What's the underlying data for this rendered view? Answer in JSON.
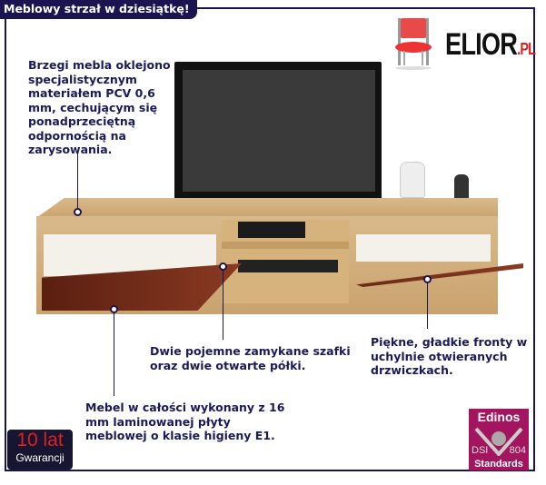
{
  "banner": "Meblowy strzał w dziesiątkę!",
  "logo": {
    "name": "ELIOR",
    "suffix": ".PL"
  },
  "notes": {
    "edges": "Brzegi mebla oklejono specjalistycznym materiałem PCV 0,6 mm, cechującym się ponadprzeciętną odpornością na zarysowania.",
    "compartments": "Dwie pojemne zamykane szafki oraz dwie otwarte półki.",
    "fronts": "Piękne, gładkie fronty w uchylnie otwieranych drzwiczkach.",
    "material": "Mebel w całości wykonany z 16 mm laminowanej płyty meblowej o klasie higieny E1."
  },
  "warranty": {
    "years": "10 lat",
    "label": "Gwarancji"
  },
  "cert": {
    "brand": "Edinos",
    "left": "DSI",
    "right": "804",
    "bottom": "Standards"
  },
  "colors": {
    "navy": "#1a1550",
    "cert": "#a3155e",
    "red": "#e02020"
  }
}
